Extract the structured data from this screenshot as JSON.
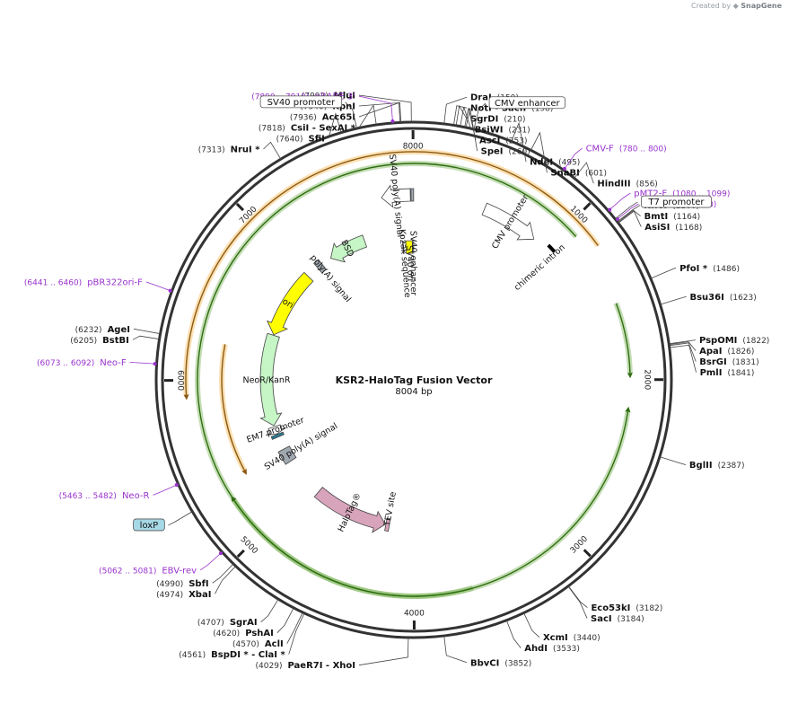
{
  "credit": {
    "prefix": "Created by",
    "brand": "SnapGene"
  },
  "plasmid": {
    "name": "KSR2-HaloTag Fusion Vector",
    "size": "8004 bp",
    "length": 8004
  },
  "ticks": [
    {
      "pos": 1000,
      "label": "1000"
    },
    {
      "pos": 2000,
      "label": "2000"
    },
    {
      "pos": 3000,
      "label": "3000"
    },
    {
      "pos": 4000,
      "label": "4000"
    },
    {
      "pos": 5000,
      "label": "5000"
    },
    {
      "pos": 6000,
      "label": "6000"
    },
    {
      "pos": 7000,
      "label": "7000"
    },
    {
      "pos": 8000,
      "label": "8000"
    }
  ],
  "sites": [
    {
      "name": "MluI",
      "coord": "(7992)",
      "pos": 7992,
      "side": "left"
    },
    {
      "name": "KpnI",
      "coord": "(7940)",
      "pos": 7940,
      "side": "left"
    },
    {
      "name": "Acc65I",
      "coord": "(7936)",
      "pos": 7936,
      "side": "left"
    },
    {
      "name": "CsiI  - SexAI *",
      "coord": "(7818)",
      "pos": 7818,
      "side": "left"
    },
    {
      "name": "SfiI",
      "coord": "(7640)",
      "pos": 7640,
      "side": "left"
    },
    {
      "name": "NruI *",
      "coord": "(7313)",
      "pos": 7313,
      "side": "left"
    },
    {
      "name": "DraI",
      "coord": "(150)",
      "pos": 150,
      "side": "right"
    },
    {
      "name": "NotI  - SacII",
      "coord": "(198)",
      "pos": 198,
      "side": "right"
    },
    {
      "name": "SgrDI",
      "coord": "(210)",
      "pos": 210,
      "side": "right"
    },
    {
      "name": "BsiWI",
      "coord": "(231)",
      "pos": 231,
      "side": "right"
    },
    {
      "name": "AscI",
      "coord": "(253)",
      "pos": 253,
      "side": "right"
    },
    {
      "name": "SpeI",
      "coord": "(260)",
      "pos": 260,
      "side": "right"
    },
    {
      "name": "NdeI",
      "coord": "(495)",
      "pos": 495,
      "side": "right"
    },
    {
      "name": "SnaBI",
      "coord": "(601)",
      "pos": 601,
      "side": "right"
    },
    {
      "name": "HindIII",
      "coord": "(856)",
      "pos": 856,
      "side": "right"
    },
    {
      "name": "NheI",
      "coord": "(1160)",
      "pos": 1160,
      "side": "right"
    },
    {
      "name": "BmtI",
      "coord": "(1164)",
      "pos": 1164,
      "side": "right"
    },
    {
      "name": "AsiSI",
      "coord": "(1168)",
      "pos": 1168,
      "side": "right"
    },
    {
      "name": "PfoI *",
      "coord": "(1486)",
      "pos": 1486,
      "side": "right"
    },
    {
      "name": "Bsu36I",
      "coord": "(1623)",
      "pos": 1623,
      "side": "right"
    },
    {
      "name": "PspOMI",
      "coord": "(1822)",
      "pos": 1822,
      "side": "right"
    },
    {
      "name": "ApaI",
      "coord": "(1826)",
      "pos": 1826,
      "side": "right"
    },
    {
      "name": "BsrGI",
      "coord": "(1831)",
      "pos": 1831,
      "side": "right"
    },
    {
      "name": "PmlI",
      "coord": "(1841)",
      "pos": 1841,
      "side": "right"
    },
    {
      "name": "BglII",
      "coord": "(2387)",
      "pos": 2387,
      "side": "right"
    },
    {
      "name": "Eco53kI",
      "coord": "(3182)",
      "pos": 3182,
      "side": "right"
    },
    {
      "name": "SacI",
      "coord": "(3184)",
      "pos": 3184,
      "side": "right"
    },
    {
      "name": "XcmI",
      "coord": "(3440)",
      "pos": 3440,
      "side": "right"
    },
    {
      "name": "AhdI",
      "coord": "(3533)",
      "pos": 3533,
      "side": "right"
    },
    {
      "name": "BbvCI",
      "coord": "(3852)",
      "pos": 3852,
      "side": "right"
    },
    {
      "name": "PaeR7I  - XhoI",
      "coord": "(4029)",
      "pos": 4029,
      "side": "left"
    },
    {
      "name": "BspDI *  - ClaI *",
      "coord": "(4561)",
      "pos": 4561,
      "side": "left"
    },
    {
      "name": "AclI",
      "coord": "(4570)",
      "pos": 4570,
      "side": "left"
    },
    {
      "name": "PshAI",
      "coord": "(4620)",
      "pos": 4620,
      "side": "left"
    },
    {
      "name": "SgrAI",
      "coord": "(4707)",
      "pos": 4707,
      "side": "left"
    },
    {
      "name": "XbaI",
      "coord": "(4974)",
      "pos": 4974,
      "side": "left"
    },
    {
      "name": "SbfI",
      "coord": "(4990)",
      "pos": 4990,
      "side": "left"
    },
    {
      "name": "BstBI",
      "coord": "(6205)",
      "pos": 6205,
      "side": "left"
    },
    {
      "name": "AgeI",
      "coord": "(6232)",
      "pos": 6232,
      "side": "left"
    }
  ],
  "primers": [
    {
      "name": "pBABE 3'",
      "coord": "(7890 .. 7910)",
      "pos": 7900,
      "side": "left"
    },
    {
      "name": "CMV-F",
      "coord": "(780 .. 800)",
      "pos": 790,
      "side": "right"
    },
    {
      "name": "pMT2-F",
      "coord": "(1080 .. 1099)",
      "pos": 1090,
      "side": "right"
    },
    {
      "name": "T7",
      "coord": "(1141 .. 1160)",
      "pos": 1150,
      "side": "right"
    },
    {
      "name": "pBR322ori-F",
      "coord": "(6441 .. 6460)",
      "pos": 6450,
      "side": "left"
    },
    {
      "name": "Neo-F",
      "coord": "(6073 .. 6092)",
      "pos": 6082,
      "side": "left"
    },
    {
      "name": "Neo-R",
      "coord": "(5463 .. 5482)",
      "pos": 5472,
      "side": "left"
    },
    {
      "name": "EBV-rev",
      "coord": "(5062 .. 5081)",
      "pos": 5071,
      "side": "left"
    }
  ],
  "boxed_labels": [
    {
      "name": "SV40 promoter",
      "pos": 7720,
      "side": "left"
    },
    {
      "name": "CMV enhancer",
      "pos": 300,
      "side": "right"
    },
    {
      "name": "T7 promoter",
      "pos": 1142,
      "side": "right"
    },
    {
      "name": "loxP",
      "pos": 5320,
      "side": "left",
      "fill": "#a6d8e6"
    }
  ],
  "features": [
    {
      "name": "CMV promoter",
      "kind": "arrow",
      "ring": 1,
      "start": 500,
      "end": 900,
      "strand": 1,
      "color": "#ffffff"
    },
    {
      "name": "chimeric intron",
      "kind": "intron",
      "ring": 1,
      "start": 1000,
      "end": 1150,
      "color": "#000000"
    },
    {
      "name": "SV40 poly(A) signal",
      "kind": "arrow",
      "ring": 1,
      "start": 7780,
      "end": 7980,
      "strand": -1,
      "color": "#ffffff"
    },
    {
      "name": "",
      "kind": "box",
      "ring": 1,
      "start": 7985,
      "end": 8003,
      "color": "#a0a8b0"
    },
    {
      "name": "BSD",
      "kind": "arrow",
      "ring": 2,
      "start": 7240,
      "end": 7570,
      "strand": -1,
      "color": "#c6f5c6"
    },
    {
      "name": "SV40 enhancer",
      "kind": "box",
      "ring": 3,
      "start": 7990,
      "end": 8003,
      "color": "#ffffff"
    },
    {
      "name": "SV40 ori",
      "kind": "box",
      "ring": 3,
      "start": 7930,
      "end": 7990,
      "color": "#ffff00"
    },
    {
      "name": "Kozak sequence",
      "kind": "mark",
      "ring": 3,
      "start": 7900,
      "end": 7905,
      "color": "#ffffff"
    },
    {
      "name": "poly(A) signal",
      "kind": "box",
      "ring": 2,
      "start": 7100,
      "end": 7150,
      "color": "#a0a8b0"
    },
    {
      "name": "ori",
      "kind": "arrow",
      "ring": 2,
      "start": 6400,
      "end": 6990,
      "strand": -1,
      "color": "#ffff00"
    },
    {
      "name": "NeoR/KanR",
      "kind": "arrow",
      "ring": 2,
      "start": 5600,
      "end": 6395,
      "strand": -1,
      "color": "#c6f5c6"
    },
    {
      "name": "EM7 promoter",
      "kind": "arrow",
      "ring": 2,
      "start": 5525,
      "end": 5590,
      "strand": -1,
      "color": "#ffffff"
    },
    {
      "name": "",
      "kind": "box",
      "ring": 2,
      "start": 5495,
      "end": 5520,
      "color": "#2c7a92"
    },
    {
      "name": "SV40 poly(A) signal",
      "kind": "box",
      "ring": 2,
      "start": 5260,
      "end": 5380,
      "color": "#a0a8b0"
    },
    {
      "name": "HaloTag®",
      "kind": "arrow",
      "ring": 2,
      "start": 4250,
      "end": 4900,
      "strand": -1,
      "color": "#d8a4bc"
    },
    {
      "name": "TEV site",
      "kind": "box",
      "ring": 2,
      "start": 4215,
      "end": 4245,
      "color": "#d8a4bc"
    }
  ],
  "orfs": [
    {
      "ring": 0,
      "start": 1080,
      "end": 2190,
      "strand": -1,
      "color": "#5aa02c"
    },
    {
      "ring": 1,
      "start": 1200,
      "end": 5920,
      "strand": -1,
      "color": "#f5a623"
    },
    {
      "ring": 0,
      "start": 1540,
      "end": 1960,
      "strand": 1,
      "color": "#5aa02c"
    },
    {
      "ring": 2,
      "start": 6240,
      "end": 5380,
      "strand": -1,
      "color": "#f5a623"
    },
    {
      "ring": 0,
      "start": 3650,
      "end": 5250,
      "strand": 1,
      "color": "#5aa02c"
    }
  ]
}
